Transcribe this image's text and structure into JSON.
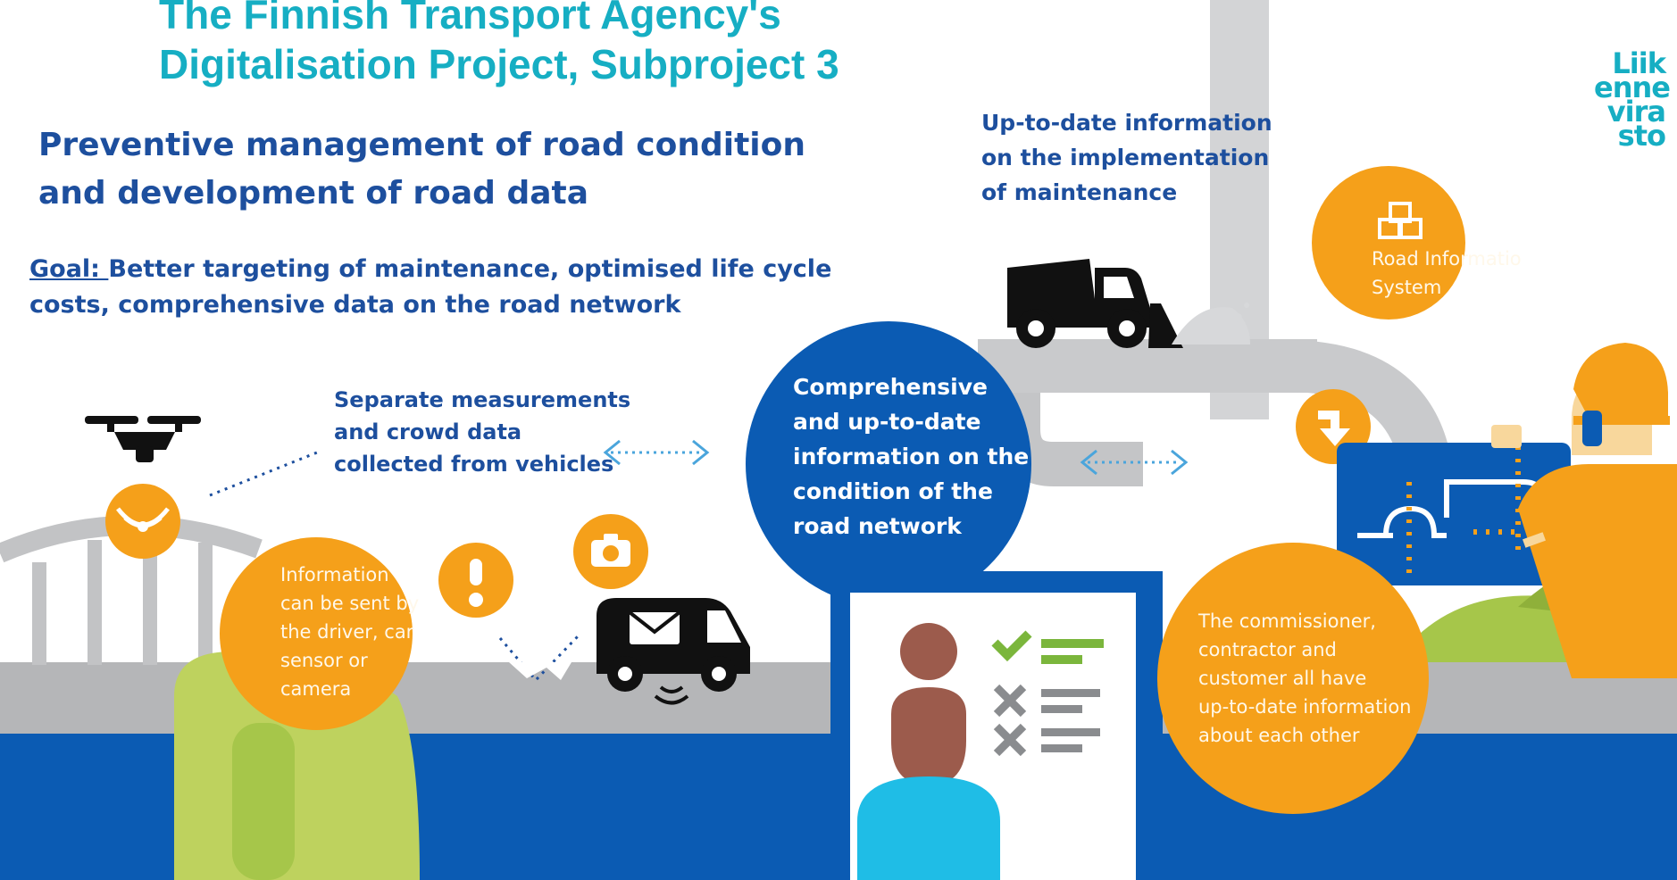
{
  "title_line1": "The Finnish Transport Agency's",
  "title_line2": "Digitalisation Project, Subproject 3",
  "subtitle_line1": "Preventive management of road condition",
  "subtitle_line2": "and development of road data",
  "goal_label": "Goal: ",
  "goal_line1": "Better targeting of maintenance, optimised life cycle",
  "goal_line2": "costs, comprehensive data on the road network",
  "logo_lines": [
    "Liik",
    "enne",
    "vira",
    "sto"
  ],
  "maintenance_info": [
    "Up-to-date information",
    "on the implementation",
    "of maintenance"
  ],
  "measurements_info": [
    "Separate measurements",
    "and crowd data",
    "collected from vehicles"
  ],
  "center_info": [
    "Comprehensive",
    "and up-to-date",
    "information on the",
    "condition of the",
    "road network"
  ],
  "driver_info": [
    "Information",
    "can be sent by",
    "the driver, car",
    "sensor or",
    "camera"
  ],
  "road_system": [
    "Road Informatio",
    "System"
  ],
  "stakeholders_info": [
    "The commissioner,",
    "contractor and",
    "customer all have",
    "up-to-date information",
    "about each other"
  ],
  "colors": {
    "title": "#16aec3",
    "heading": "#1d4f9e",
    "orange": "#f5a01a",
    "dark_blue": "#0b5bb3",
    "green": "#a6c64a",
    "grey_road": "#b5b6b8"
  },
  "icons": [
    "drone-icon",
    "signal-icon",
    "alert-icon",
    "camera-icon",
    "van-icon",
    "truck-icon",
    "sign-icon",
    "database-icon",
    "person-icon",
    "checklist-icon",
    "worker-icon",
    "map-icon"
  ]
}
